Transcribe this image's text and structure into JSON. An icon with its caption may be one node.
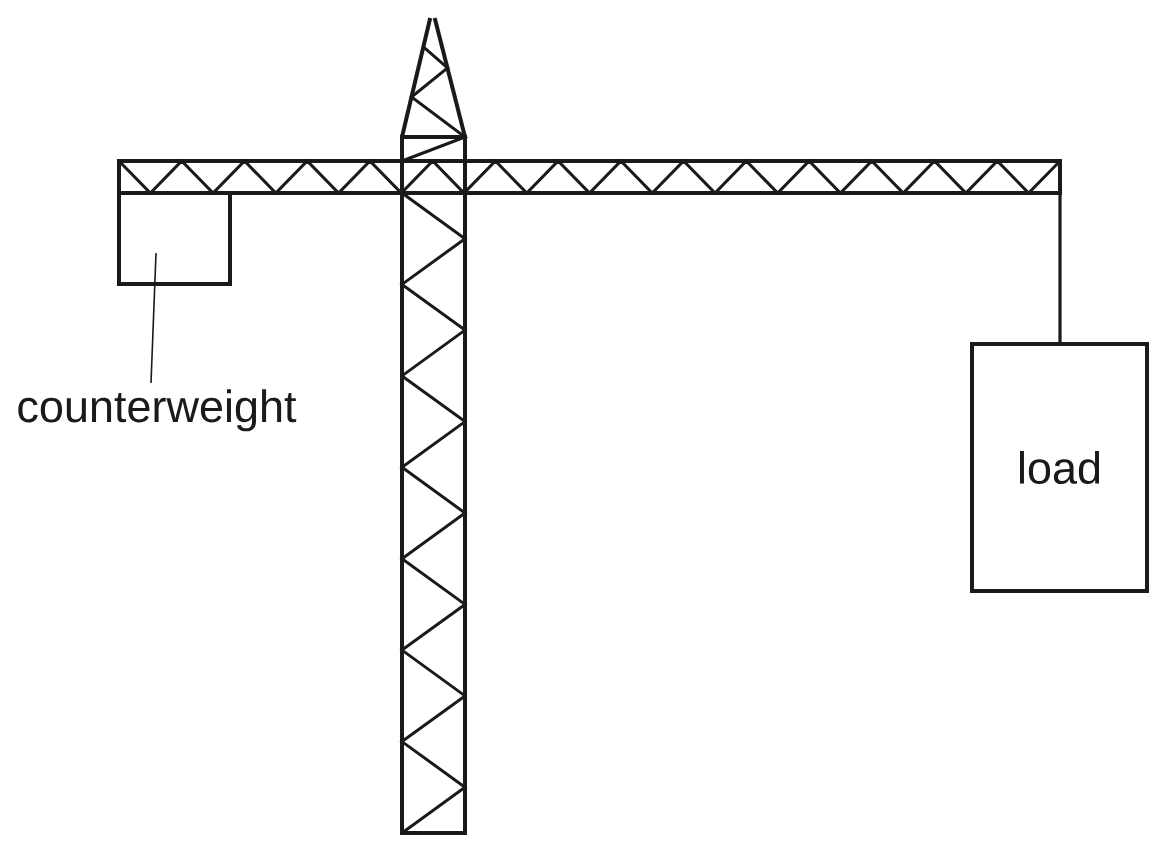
{
  "diagram": {
    "nodes": [
      {
        "text": [],
        "shape": "box"
      },
      {
        "text": [
          "counterweight"
        ]
      },
      {
        "text": [
          "load"
        ]
      }
    ],
    "edges": [
      {
        "from": 1,
        "to": 0,
        "arrow": "none"
      }
    ]
  }
}
